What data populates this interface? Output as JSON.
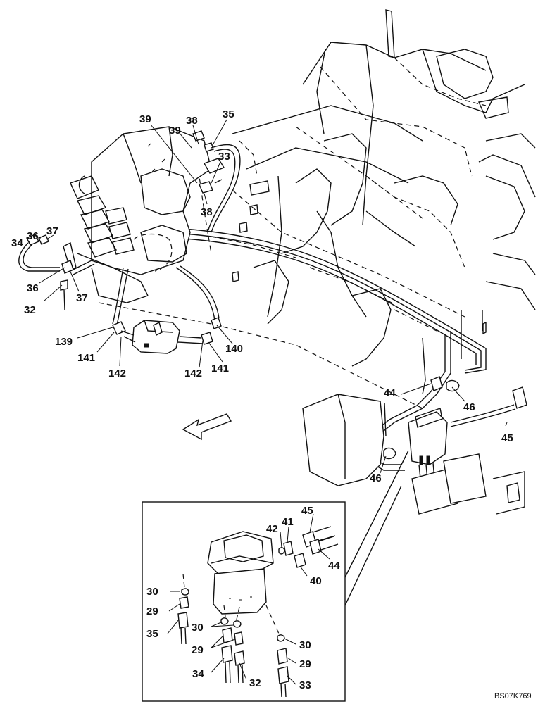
{
  "reference_code": "BS07K769",
  "labels": [
    {
      "id": "l1",
      "text": "39"
    },
    {
      "id": "l2",
      "text": "38"
    },
    {
      "id": "l3",
      "text": "35"
    },
    {
      "id": "l4",
      "text": "39"
    },
    {
      "id": "l5",
      "text": "33"
    },
    {
      "id": "l6",
      "text": "38"
    },
    {
      "id": "l7",
      "text": "34"
    },
    {
      "id": "l8",
      "text": "36"
    },
    {
      "id": "l9",
      "text": "37"
    },
    {
      "id": "l10",
      "text": "36"
    },
    {
      "id": "l11",
      "text": "37"
    },
    {
      "id": "l12",
      "text": "32"
    },
    {
      "id": "l13",
      "text": "139"
    },
    {
      "id": "l14",
      "text": "141"
    },
    {
      "id": "l15",
      "text": "142"
    },
    {
      "id": "l16",
      "text": "140"
    },
    {
      "id": "l17",
      "text": "142"
    },
    {
      "id": "l18",
      "text": "141"
    },
    {
      "id": "l19",
      "text": "44"
    },
    {
      "id": "l20",
      "text": "46"
    },
    {
      "id": "l21",
      "text": "45"
    },
    {
      "id": "l22",
      "text": "46"
    },
    {
      "id": "l23",
      "text": "45"
    },
    {
      "id": "l24",
      "text": "42"
    },
    {
      "id": "l25",
      "text": "41"
    },
    {
      "id": "l26",
      "text": "44"
    },
    {
      "id": "l27",
      "text": "40"
    },
    {
      "id": "l28",
      "text": "30"
    },
    {
      "id": "l29",
      "text": "29"
    },
    {
      "id": "l30",
      "text": "35"
    },
    {
      "id": "l31",
      "text": "30"
    },
    {
      "id": "l32",
      "text": "29"
    },
    {
      "id": "l33",
      "text": "30"
    },
    {
      "id": "l34",
      "text": "29"
    },
    {
      "id": "l35",
      "text": "34"
    },
    {
      "id": "l36",
      "text": "32"
    },
    {
      "id": "l37",
      "text": "33"
    }
  ]
}
